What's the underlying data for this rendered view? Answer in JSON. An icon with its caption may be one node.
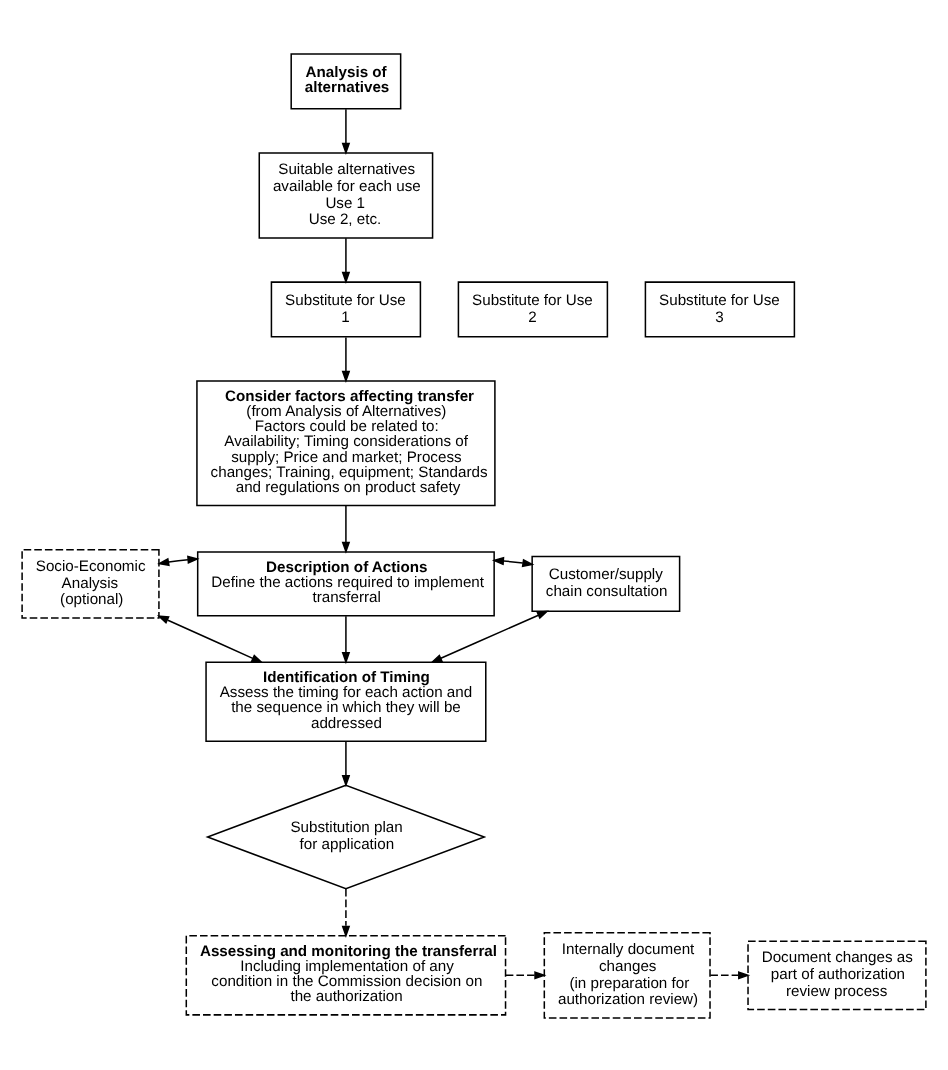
{
  "diagram": {
    "nodes": [
      {
        "text": [
          "Analysis of alternatives"
        ]
      },
      {
        "text": [
          "Suitable alternatives available for each use",
          "Use 1",
          "Use 2, etc."
        ]
      },
      {
        "text": [
          "Substitute for Use 1"
        ]
      },
      {
        "text": [
          "Substitute for Use 2"
        ]
      },
      {
        "text": [
          "Substitute for Use 3"
        ]
      },
      {
        "text": [
          "Consider factors affecting transfer",
          "(from Analysis of Alternatives)",
          "Factors could be related to:",
          "Availability; Timing considerations of supply; Price and market; Process changes; Training, equipment; Standards and regulations on product safety"
        ]
      },
      {
        "text": [
          "Description of Actions",
          "Define the actions required to implement transferral"
        ]
      },
      {
        "text": [
          "Identification of Timing",
          "Assess the timing for each action and the sequence in which they will be addressed"
        ]
      },
      {
        "text": [
          "Socio-Economic Analysis (optional)"
        ]
      },
      {
        "text": [
          "Customer/supply chain consultation"
        ]
      },
      {
        "text": [
          "Substitution plan for application"
        ]
      },
      {
        "text": [
          "Assessing and monitoring the transferral",
          "Including implementation of any condition in the Commission decision on the authorization"
        ]
      },
      {
        "text": [
          "Internally document changes",
          "(in preparation for authorization review)"
        ]
      },
      {
        "text": [
          "Document changes as part of authorization review process"
        ]
      }
    ],
    "edges": [
      {
        "from": 0,
        "to": 1,
        "arrow": "to"
      },
      {
        "from": 1,
        "to": 2,
        "arrow": "to"
      },
      {
        "from": 2,
        "to": 5,
        "arrow": "to"
      },
      {
        "from": 5,
        "to": 6,
        "arrow": "to"
      },
      {
        "from": 6,
        "to": 7,
        "arrow": "to"
      },
      {
        "from": 8,
        "to": 6,
        "arrow": "both"
      },
      {
        "from": 8,
        "to": 7,
        "arrow": "both"
      },
      {
        "from": 9,
        "to": 6,
        "arrow": "both"
      },
      {
        "from": 9,
        "to": 7,
        "arrow": "both"
      },
      {
        "from": 7,
        "to": 10,
        "arrow": "to"
      },
      {
        "from": 10,
        "to": 11,
        "arrow": "to",
        "style": "dashed"
      },
      {
        "from": 11,
        "to": 12,
        "arrow": "to",
        "style": "dashed"
      },
      {
        "from": 12,
        "to": 13,
        "arrow": "to",
        "style": "dashed"
      }
    ]
  }
}
